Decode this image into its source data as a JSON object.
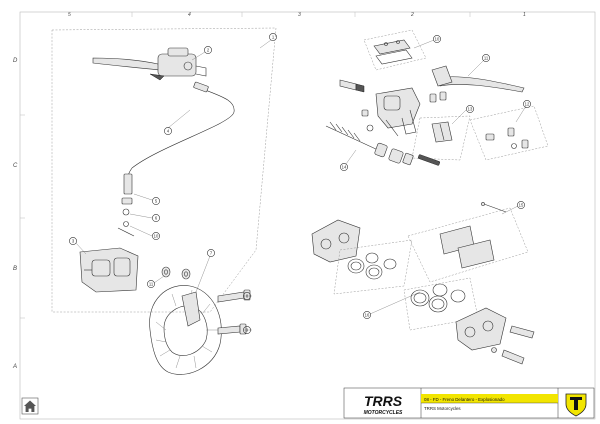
{
  "grid": {
    "columns": [
      "5",
      "4",
      "3",
      "2",
      "1"
    ],
    "rows": [
      "D",
      "C",
      "B",
      "A"
    ]
  },
  "callouts": {
    "left": [
      "1",
      "2",
      "3",
      "4",
      "5",
      "6",
      "7",
      "8",
      "9",
      "10",
      "11"
    ],
    "right": [
      "10",
      "11",
      "12",
      "13",
      "14",
      "15",
      "16"
    ]
  },
  "title_block": {
    "brand": "TRRS",
    "brand_sub": "MOTORCYCLES",
    "drawing_title": "08 - FD - Freno Delantero - Explosionado",
    "company": "TRRS Motorcycles"
  },
  "colors": {
    "title_bar": "#f2e500",
    "brand": "#111111",
    "brand_accent": "#e30613"
  },
  "icons": {
    "home": "home-icon",
    "logo": "trrs-shield-icon"
  }
}
